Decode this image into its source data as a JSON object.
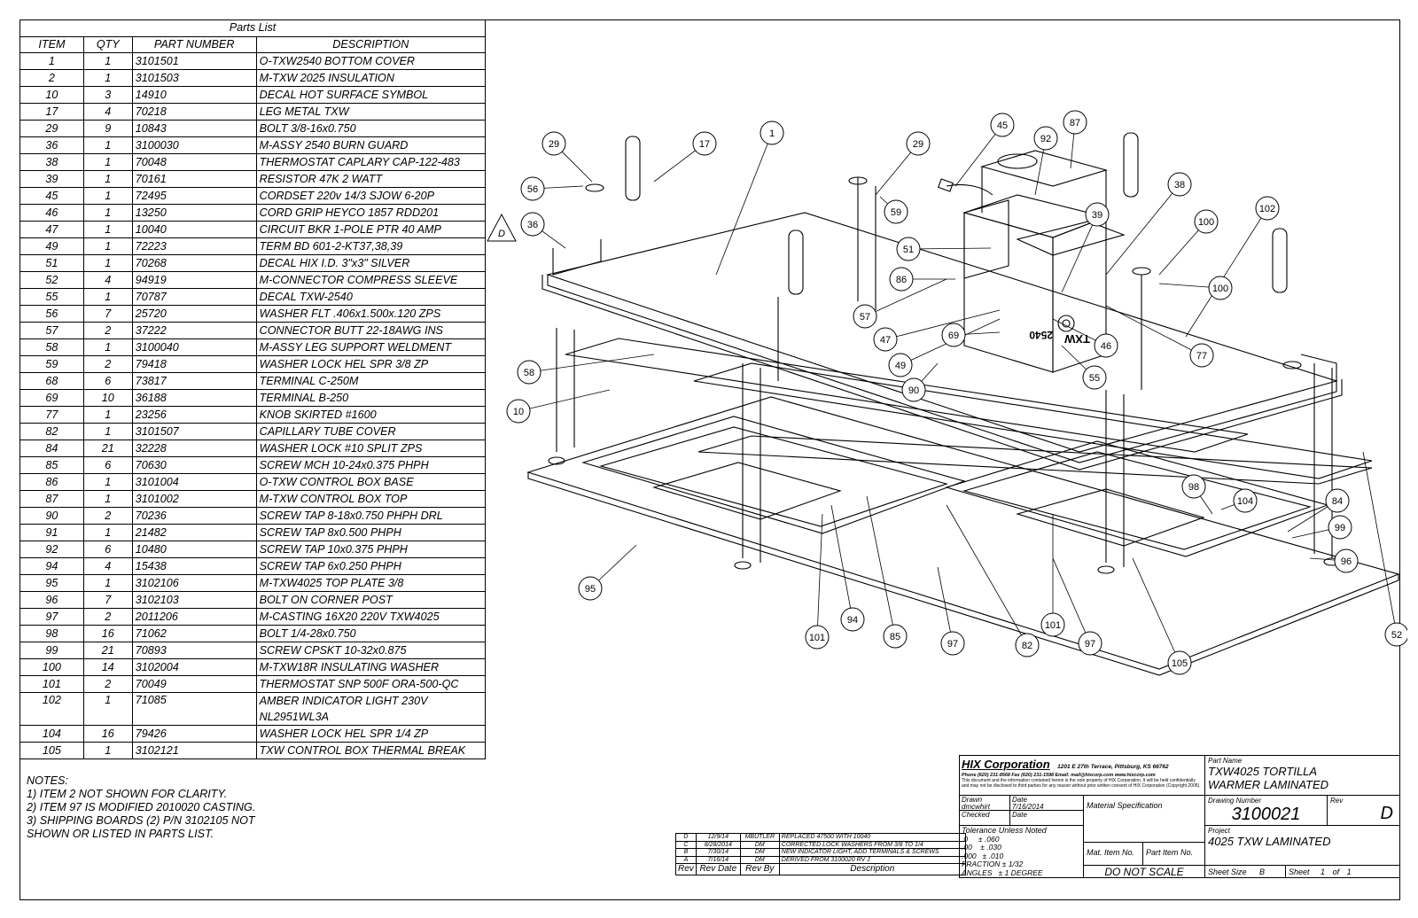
{
  "parts_list": {
    "title": "Parts List",
    "headers": [
      "ITEM",
      "QTY",
      "PART NUMBER",
      "DESCRIPTION"
    ],
    "rows": [
      [
        "1",
        "1",
        "3101501",
        "O-TXW2540 BOTTOM COVER"
      ],
      [
        "2",
        "1",
        "3101503",
        "M-TXW 2025 INSULATION"
      ],
      [
        "10",
        "3",
        "14910",
        "DECAL HOT SURFACE SYMBOL"
      ],
      [
        "17",
        "4",
        "70218",
        "LEG METAL TXW"
      ],
      [
        "29",
        "9",
        "10843",
        "BOLT 3/8-16x0.750"
      ],
      [
        "36",
        "1",
        "3100030",
        "M-ASSY 2540 BURN GUARD"
      ],
      [
        "38",
        "1",
        "70048",
        "THERMOSTAT CAPLARY CAP-122-483"
      ],
      [
        "39",
        "1",
        "70161",
        "RESISTOR 47K 2 WATT"
      ],
      [
        "45",
        "1",
        "72495",
        "CORDSET 220v 14/3 SJOW 6-20P"
      ],
      [
        "46",
        "1",
        "13250",
        "CORD GRIP HEYCO 1857 RDD201"
      ],
      [
        "47",
        "1",
        "10040",
        "CIRCUIT BKR 1-POLE PTR 40 AMP"
      ],
      [
        "49",
        "1",
        "72223",
        "TERM BD 601-2-KT37,38,39"
      ],
      [
        "51",
        "1",
        "70268",
        "DECAL HIX I.D. 3\"x3\" SILVER"
      ],
      [
        "52",
        "4",
        "94919",
        "M-CONNECTOR COMPRESS SLEEVE"
      ],
      [
        "55",
        "1",
        "70787",
        "DECAL TXW-2540"
      ],
      [
        "56",
        "7",
        "25720",
        "WASHER FLT .406x1.500x.120 ZPS"
      ],
      [
        "57",
        "2",
        "37222",
        "CONNECTOR BUTT 22-18AWG INS"
      ],
      [
        "58",
        "1",
        "3100040",
        "M-ASSY LEG SUPPORT WELDMENT"
      ],
      [
        "59",
        "2",
        "79418",
        "WASHER LOCK HEL SPR 3/8 ZP"
      ],
      [
        "68",
        "6",
        "73817",
        "TERMINAL C-250M"
      ],
      [
        "69",
        "10",
        "36188",
        "TERMINAL B-250"
      ],
      [
        "77",
        "1",
        "23256",
        "KNOB SKIRTED #1600"
      ],
      [
        "82",
        "1",
        "3101507",
        "CAPILLARY TUBE COVER"
      ],
      [
        "84",
        "21",
        "32228",
        "WASHER LOCK #10 SPLIT ZPS"
      ],
      [
        "85",
        "6",
        "70630",
        "SCREW MCH 10-24x0.375 PHPH"
      ],
      [
        "86",
        "1",
        "3101004",
        "O-TXW CONTROL BOX BASE"
      ],
      [
        "87",
        "1",
        "3101002",
        "M-TXW CONTROL BOX TOP"
      ],
      [
        "90",
        "2",
        "70236",
        "SCREW TAP 8-18x0.750 PHPH DRL"
      ],
      [
        "91",
        "1",
        "21482",
        "SCREW TAP 8x0.500 PHPH"
      ],
      [
        "92",
        "6",
        "10480",
        "SCREW TAP 10x0.375 PHPH"
      ],
      [
        "94",
        "4",
        "15438",
        "SCREW TAP 6x0.250 PHPH"
      ],
      [
        "95",
        "1",
        "3102106",
        "M-TXW4025 TOP PLATE 3/8"
      ],
      [
        "96",
        "7",
        "3102103",
        "BOLT ON CORNER POST"
      ],
      [
        "97",
        "2",
        "2011206",
        "M-CASTING 16X20 220V TXW4025"
      ],
      [
        "98",
        "16",
        "71062",
        "BOLT 1/4-28x0.750"
      ],
      [
        "99",
        "21",
        "70893",
        "SCREW CPSKT 10-32x0.875"
      ],
      [
        "100",
        "14",
        "3102004",
        "M-TXW18R INSULATING WASHER"
      ],
      [
        "101",
        "2",
        "70049",
        "THERMOSTAT SNP 500F ORA-500-QC"
      ],
      [
        "102",
        "1",
        "71085",
        "AMBER INDICATOR LIGHT 230V NL2951WL3A"
      ],
      [
        "104",
        "16",
        "79426",
        "WASHER LOCK HEL SPR 1/4 ZP"
      ],
      [
        "105",
        "1",
        "3102121",
        "TXW CONTROL BOX THERMAL BREAK"
      ]
    ]
  },
  "notes": {
    "heading": "NOTES:",
    "items": [
      "1) ITEM 2 NOT SHOWN FOR CLARITY.",
      "2) ITEM 97 IS MODIFIED 2010020 CASTING.",
      "3) SHIPPING BOARDS (2) P/N 3102105  NOT\nSHOWN OR LISTED IN PARTS LIST."
    ]
  },
  "revision_marker": "D",
  "balloons": [
    "1",
    "10",
    "17",
    "29",
    "29",
    "36",
    "38",
    "39",
    "45",
    "46",
    "47",
    "49",
    "51",
    "52",
    "55",
    "56",
    "57",
    "58",
    "59",
    "69",
    "77",
    "82",
    "84",
    "85",
    "86",
    "87",
    "90",
    "92",
    "94",
    "95",
    "96",
    "97",
    "97",
    "98",
    "99",
    "100",
    "100",
    "101",
    "101",
    "102",
    "104",
    "105"
  ],
  "drawing_decals": {
    "decal_txw": "TXW",
    "decal_2540": "2540"
  },
  "revisions": {
    "headers": [
      "Rev",
      "Rev Date",
      "Rev By",
      "Description"
    ],
    "rows": [
      [
        "D",
        "12/9/14",
        "MBUTLER",
        "REPLACED 47500 WITH 10040"
      ],
      [
        "C",
        "8/28/2014",
        "DM",
        "CORRECTED LOCK WASHERS FROM 3/8 TO 1/4"
      ],
      [
        "B",
        "7/30/14",
        "DM",
        "NEW INDICATOR LIGHT, ADD TERMINALS & SCREWS"
      ],
      [
        "A",
        "7/16/14",
        "DM",
        "DERIVED FROM 3100020 RV J"
      ]
    ]
  },
  "title_block": {
    "company": "HIX Corporation",
    "address": "1201 E 27th Terrace, Pittsburg, KS 66762",
    "contact": "Phone (620) 231-8568   Fax (620) 231-1598   Email: mail@hixcorp.com   www.hixcorp.com",
    "disclaimer": "This document and the information contained herein is the sole property of HIX Corporation. It will be held confidentially and may not be disclosed to third parties for any reason without prior written consent of HIX Corporation (Copyright 2005).",
    "drawn_label": "Drawn",
    "drawn_value": "dmcwhirt",
    "date_label": "Date",
    "date_value": "7/16/2014",
    "checked_label": "Checked",
    "checked_date_label": "Date",
    "tolerance_label": "Tolerance Unless Noted",
    "tolerances": [
      ".0     ± .060",
      ".00    ± .030",
      ".000   ± .010",
      "FRACTION ± 1/32",
      "ANGLES   ± 1 DEGREE"
    ],
    "material_label": "Material Specification",
    "mat_item_label": "Mat. Item No.",
    "part_item_label": "Part Item No.",
    "do_not_scale": "DO NOT SCALE",
    "part_name_label": "Part Name",
    "part_name": "TXW4025 TORTILLA WARMER LAMINATED",
    "drawing_number_label": "Drawing Number",
    "drawing_number": "3100021",
    "rev_label": "Rev",
    "rev": "D",
    "project_label": "Project",
    "project": "4025 TXW LAMINATED",
    "sheet_size_label": "Sheet Size",
    "sheet_size": "B",
    "sheet_label": "Sheet",
    "sheet": "1",
    "of_label": "of",
    "sheet_total": "1"
  }
}
